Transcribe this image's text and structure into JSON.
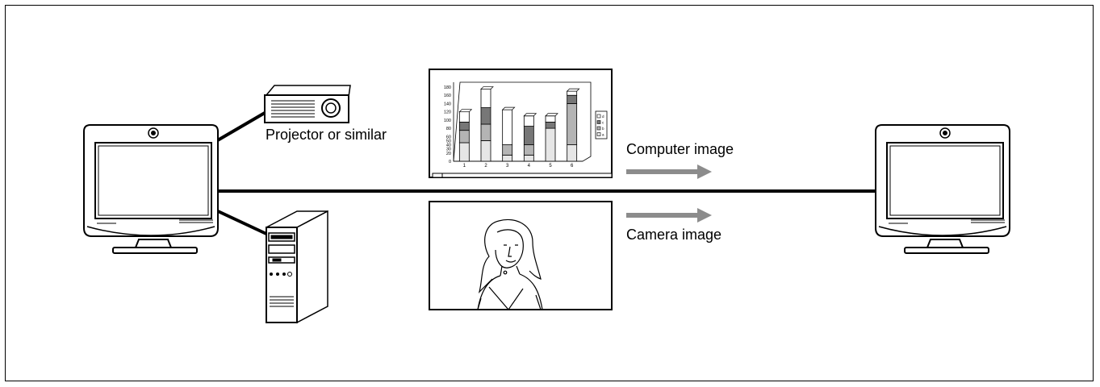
{
  "labels": {
    "projector": "Projector or similar",
    "computer_image": "Computer image",
    "camera_image": "Camera image"
  },
  "chart_data": {
    "type": "bar",
    "stacked": true,
    "categories": [
      "1",
      "2",
      "3",
      "4",
      "5",
      "6"
    ],
    "series": [
      {
        "name": "a",
        "values": [
          45,
          50,
          15,
          15,
          80,
          40
        ]
      },
      {
        "name": "b",
        "values": [
          30,
          40,
          25,
          25,
          0,
          100
        ]
      },
      {
        "name": "c",
        "values": [
          20,
          40,
          0,
          45,
          15,
          20
        ]
      },
      {
        "name": "d",
        "values": [
          25,
          45,
          85,
          25,
          15,
          10
        ]
      }
    ],
    "yticks": [
      "0",
      "20",
      "30",
      "40",
      "50",
      "60",
      "80",
      "100",
      "120",
      "140",
      "160",
      "180"
    ],
    "ylim": [
      0,
      180
    ],
    "legend": "right",
    "colors": {
      "a": "#e6e6e6",
      "b": "#b4b4b4",
      "c": "#777777",
      "d": "#ffffff"
    }
  }
}
